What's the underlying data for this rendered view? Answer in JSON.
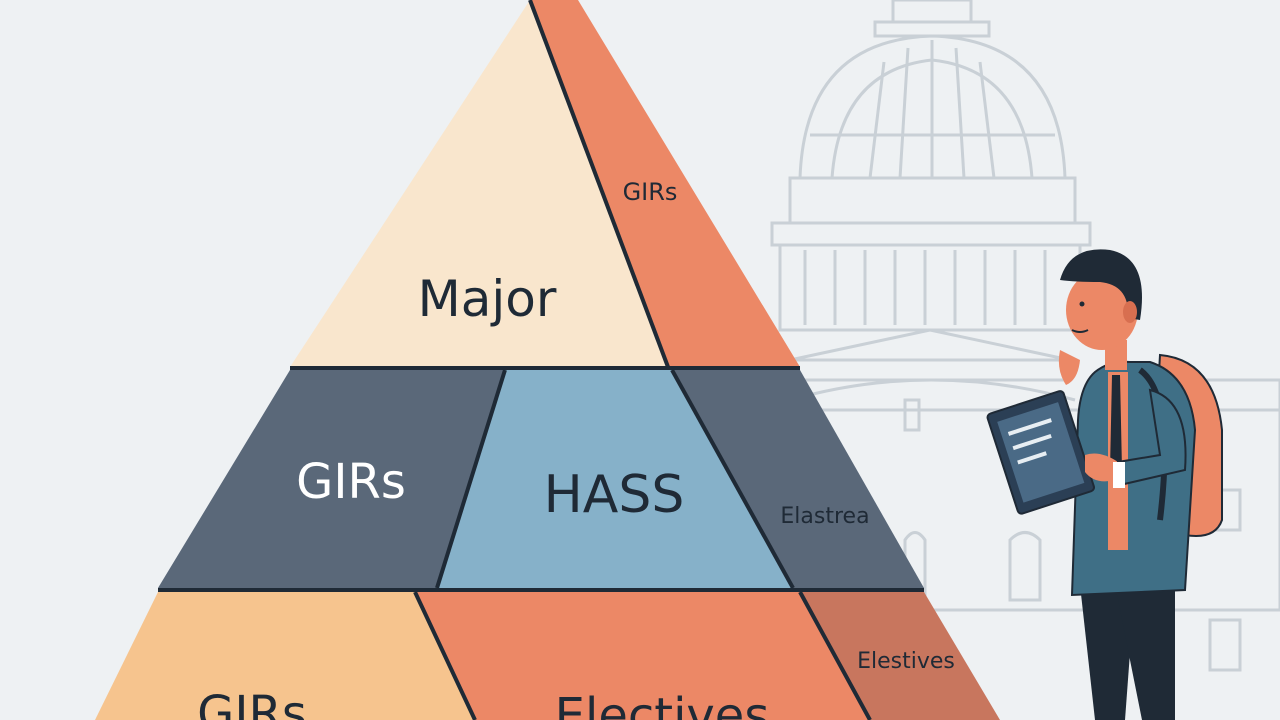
{
  "colors": {
    "background": "#eef1f3",
    "cream": "#f9e6cd",
    "coral": "#ec8866",
    "slate": "#5a6879",
    "light_blue": "#86b1c9",
    "peach": "#f6c48e",
    "dark_coral": "#c8765e",
    "outline": "#1f2a36",
    "building": "#c9d0d6"
  },
  "pyramid": {
    "top": {
      "major_label": "Major",
      "girs_label": "GIRs"
    },
    "middle": {
      "girs_label": "GIRs",
      "hass_label": "HASS",
      "electives_label": "Elastrea"
    },
    "bottom": {
      "girs_label": "GIRs",
      "electives_label": "Electives",
      "electives_side_label": "Elestives"
    }
  },
  "illustration": {
    "building_icon": "capitol-dome-icon",
    "person_icon": "student-with-tablet-icon"
  }
}
